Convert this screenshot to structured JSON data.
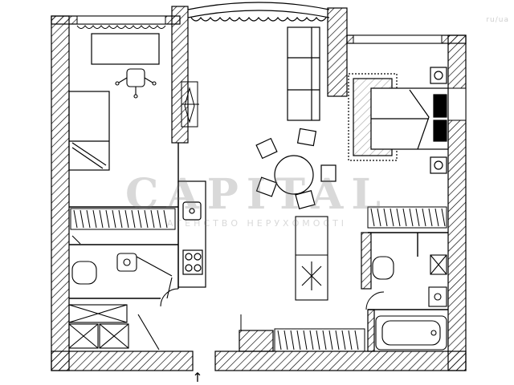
{
  "plan": {
    "watermark_main": "CAPITAL",
    "watermark_sub": "АГЕНСТВО НЕРУХОМОСТІ",
    "corner_label": "ru/ua",
    "entrance_symbol": "↑"
  }
}
